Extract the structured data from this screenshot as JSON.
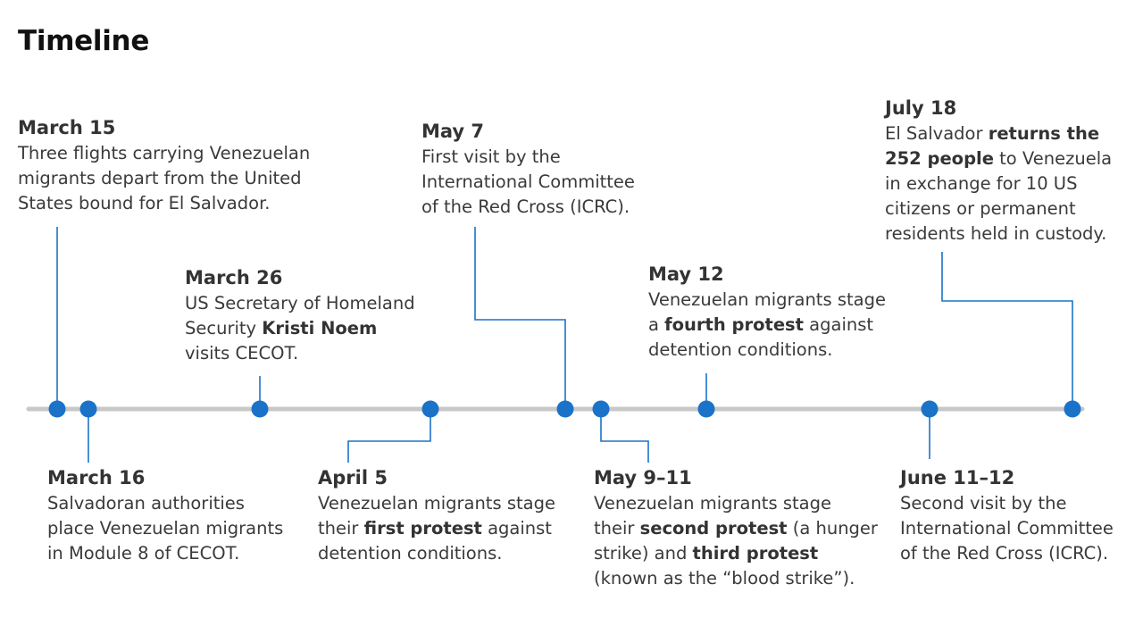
{
  "title": "Timeline",
  "colors": {
    "axis": "#c8c8c8",
    "dot": "#1a73c8",
    "connector": "#1a73c8",
    "text": "#3a3a3a",
    "title": "#111111"
  },
  "events": [
    {
      "id": "march-15",
      "date": "March 15",
      "lines": [
        [
          {
            "t": "Three flights carrying Venezuelan"
          }
        ],
        [
          {
            "t": "migrants depart from the United"
          }
        ],
        [
          {
            "t": "States bound for El Salvador."
          }
        ]
      ]
    },
    {
      "id": "march-16",
      "date": "March 16",
      "lines": [
        [
          {
            "t": "Salvadoran authorities"
          }
        ],
        [
          {
            "t": "place Venezuelan migrants"
          }
        ],
        [
          {
            "t": "in Module 8 of CECOT."
          }
        ]
      ]
    },
    {
      "id": "march-26",
      "date": "March 26",
      "lines": [
        [
          {
            "t": "US Secretary of Homeland"
          }
        ],
        [
          {
            "t": "Security "
          },
          {
            "t": "Kristi Noem",
            "b": true
          }
        ],
        [
          {
            "t": "visits CECOT."
          }
        ]
      ]
    },
    {
      "id": "april-5",
      "date": "April 5",
      "lines": [
        [
          {
            "t": "Venezuelan migrants stage"
          }
        ],
        [
          {
            "t": "their "
          },
          {
            "t": "first protest",
            "b": true
          },
          {
            "t": " against"
          }
        ],
        [
          {
            "t": "detention conditions."
          }
        ]
      ]
    },
    {
      "id": "may-7",
      "date": "May 7",
      "lines": [
        [
          {
            "t": "First visit by the"
          }
        ],
        [
          {
            "t": "International Committee"
          }
        ],
        [
          {
            "t": "of the Red Cross (ICRC)."
          }
        ]
      ]
    },
    {
      "id": "may-9-11",
      "date": "May 9–11",
      "lines": [
        [
          {
            "t": "Venezuelan migrants stage"
          }
        ],
        [
          {
            "t": "their "
          },
          {
            "t": "second protest",
            "b": true
          },
          {
            "t": " (a hunger"
          }
        ],
        [
          {
            "t": "strike) and "
          },
          {
            "t": "third protest",
            "b": true
          }
        ],
        [
          {
            "t": "(known as the “blood strike”)."
          }
        ]
      ]
    },
    {
      "id": "may-12",
      "date": "May 12",
      "lines": [
        [
          {
            "t": "Venezuelan migrants stage"
          }
        ],
        [
          {
            "t": "a "
          },
          {
            "t": "fourth protest",
            "b": true
          },
          {
            "t": " against"
          }
        ],
        [
          {
            "t": "detention conditions."
          }
        ]
      ]
    },
    {
      "id": "june-11-12",
      "date": "June 11–12",
      "lines": [
        [
          {
            "t": "Second visit by the"
          }
        ],
        [
          {
            "t": "International Committee"
          }
        ],
        [
          {
            "t": "of the Red Cross (ICRC)."
          }
        ]
      ]
    },
    {
      "id": "july-18",
      "date": "July 18",
      "lines": [
        [
          {
            "t": "El Salvador "
          },
          {
            "t": "returns the",
            "b": true
          }
        ],
        [
          {
            "t": "252 people",
            "b": true
          },
          {
            "t": " to Venezuela"
          }
        ],
        [
          {
            "t": "in exchange for 10 US"
          }
        ],
        [
          {
            "t": "citizens or permanent"
          }
        ],
        [
          {
            "t": "residents held in custody."
          }
        ]
      ]
    }
  ]
}
